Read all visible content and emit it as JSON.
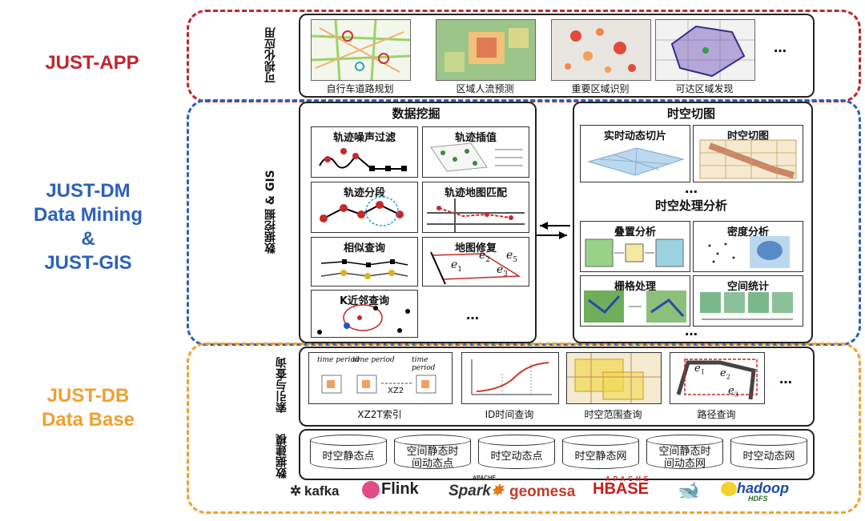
{
  "layers": {
    "app": {
      "label": "JUST-APP",
      "color": "#c0262d"
    },
    "dm": {
      "line1": "JUST-DM",
      "line2": "Data Mining",
      "line3": "&",
      "line4": "JUST-GIS",
      "color": "#2c62b8"
    },
    "db": {
      "line1": "JUST-DB",
      "line2": "Data Base",
      "color": "#f0a030"
    }
  },
  "app_section": {
    "vertical_label": "可视化应用",
    "items": [
      "自行车道路规划",
      "区域人流预测",
      "重要区域识别",
      "可达区域发现"
    ],
    "more": "…"
  },
  "dm_section": {
    "vertical_label": "数据挖掘 & GIS",
    "mining": {
      "title": "数据挖掘",
      "items": [
        "轨迹噪声过滤",
        "轨迹插值",
        "轨迹分段",
        "轨迹地图匹配",
        "相似查询",
        "地图修复",
        "K近邻查询"
      ],
      "more": "…"
    },
    "tiling": {
      "title": "时空切图",
      "items": [
        "实时动态切片",
        "时空切图"
      ],
      "more": "…"
    },
    "analysis": {
      "title": "时空处理分析",
      "items": [
        "叠置分析",
        "密度分析",
        "栅格处理",
        "空间统计"
      ],
      "more": "…"
    }
  },
  "db_section": {
    "index_label": "索引与查询",
    "model_label": "数据建模",
    "index_items": [
      "XZ2T索引",
      "ID时间查询",
      "时空范围查询",
      "路径查询"
    ],
    "more": "…",
    "storage_items": [
      "时空静态点",
      "空间静态时间动态点",
      "时空动态点",
      "时空静态网",
      "空间静态时间动态网",
      "时空动态网"
    ],
    "storage_lines": [
      [
        "时空静态点"
      ],
      [
        "空间静态时",
        "间动态点"
      ],
      [
        "时空动态点"
      ],
      [
        "时空静态网"
      ],
      [
        "空间静态时",
        "间动态网"
      ],
      [
        "时空动态网"
      ]
    ],
    "tech": [
      "kafka",
      "Flink",
      "Spark",
      "geomesa",
      "HBASE",
      "hadoop"
    ],
    "tech_extra": {
      "spark_prefix": "APACHE",
      "hbase_prefix": "APACHE",
      "hdfs": "HDFS"
    }
  },
  "math_labels": {
    "e1": "e",
    "s1": "1",
    "e2": "e",
    "s2": "2",
    "e3": "e",
    "s3": "3",
    "e5": "e",
    "s5": "5"
  },
  "xz2_text": "XZ2",
  "time_period": "time period"
}
